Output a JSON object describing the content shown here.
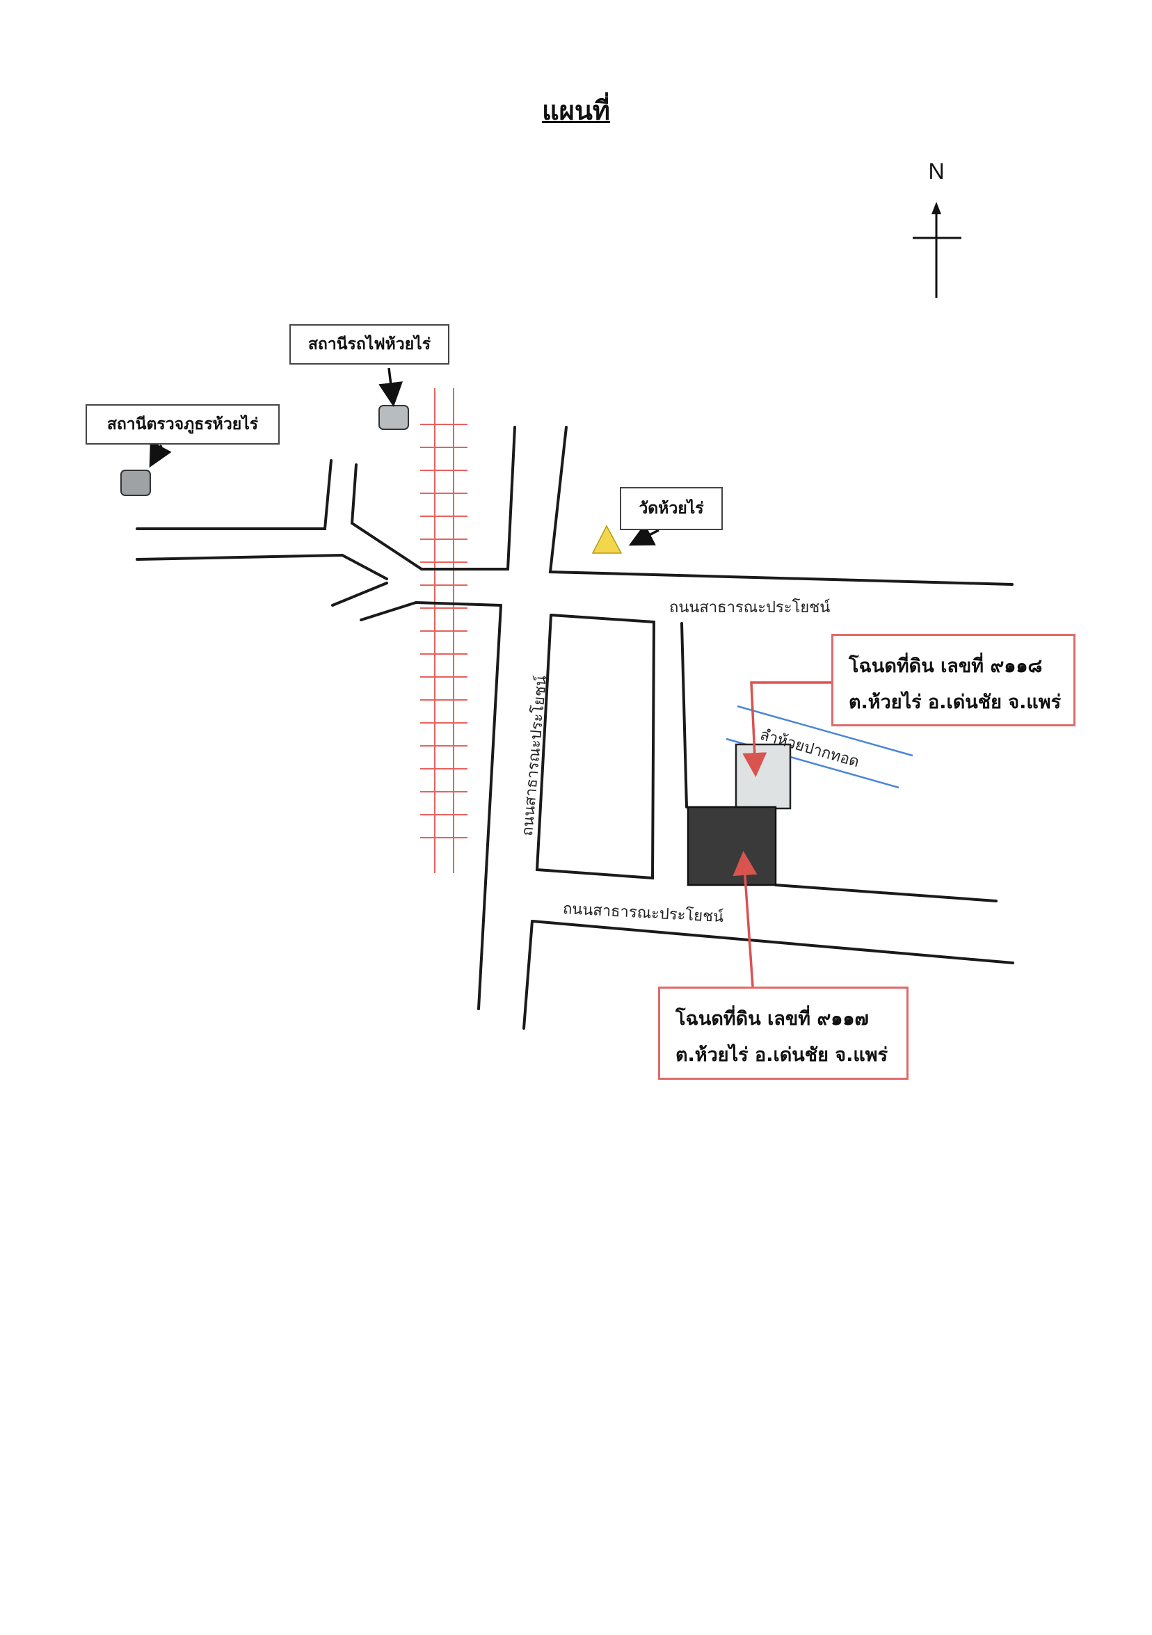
{
  "title": "แผนที่",
  "north": "N",
  "landmarks": {
    "railway_station": "สถานีรถไฟห้วยไร่",
    "police_station": "สถานีตรวจภูธรห้วยไร่",
    "temple": "วัดห้วยไร่"
  },
  "roads": {
    "north_road": "ถนนสาธารณะประโยชน์",
    "vertical_road": "ถนนสาธารณะประโยชน์",
    "south_road": "ถนนสาธารณะประโยชน์"
  },
  "stream": "ลำห้วยปากทอด",
  "deeds": {
    "deed_9118": {
      "line1": "โฉนดที่ดิน เลขที่ ๙๑๑๘",
      "line2": "ต.ห้วยไร่ อ.เด่นชัย จ.แพร่"
    },
    "deed_9117": {
      "line1": "โฉนดที่ดิน เลขที่ ๙๑๑๗",
      "line2": "ต.ห้วยไร่ อ.เด่นชัย จ.แพร่"
    }
  },
  "colors": {
    "road": "#1a1a1a",
    "railway": "#e8625e",
    "stream": "#4a86d8",
    "deed_border": "#e06a6a",
    "plot_9118": "#dfe2e2",
    "plot_9117": "#3a3a3a",
    "station_marker": "#b9bcbe",
    "temple_marker": "#f2d64b"
  }
}
